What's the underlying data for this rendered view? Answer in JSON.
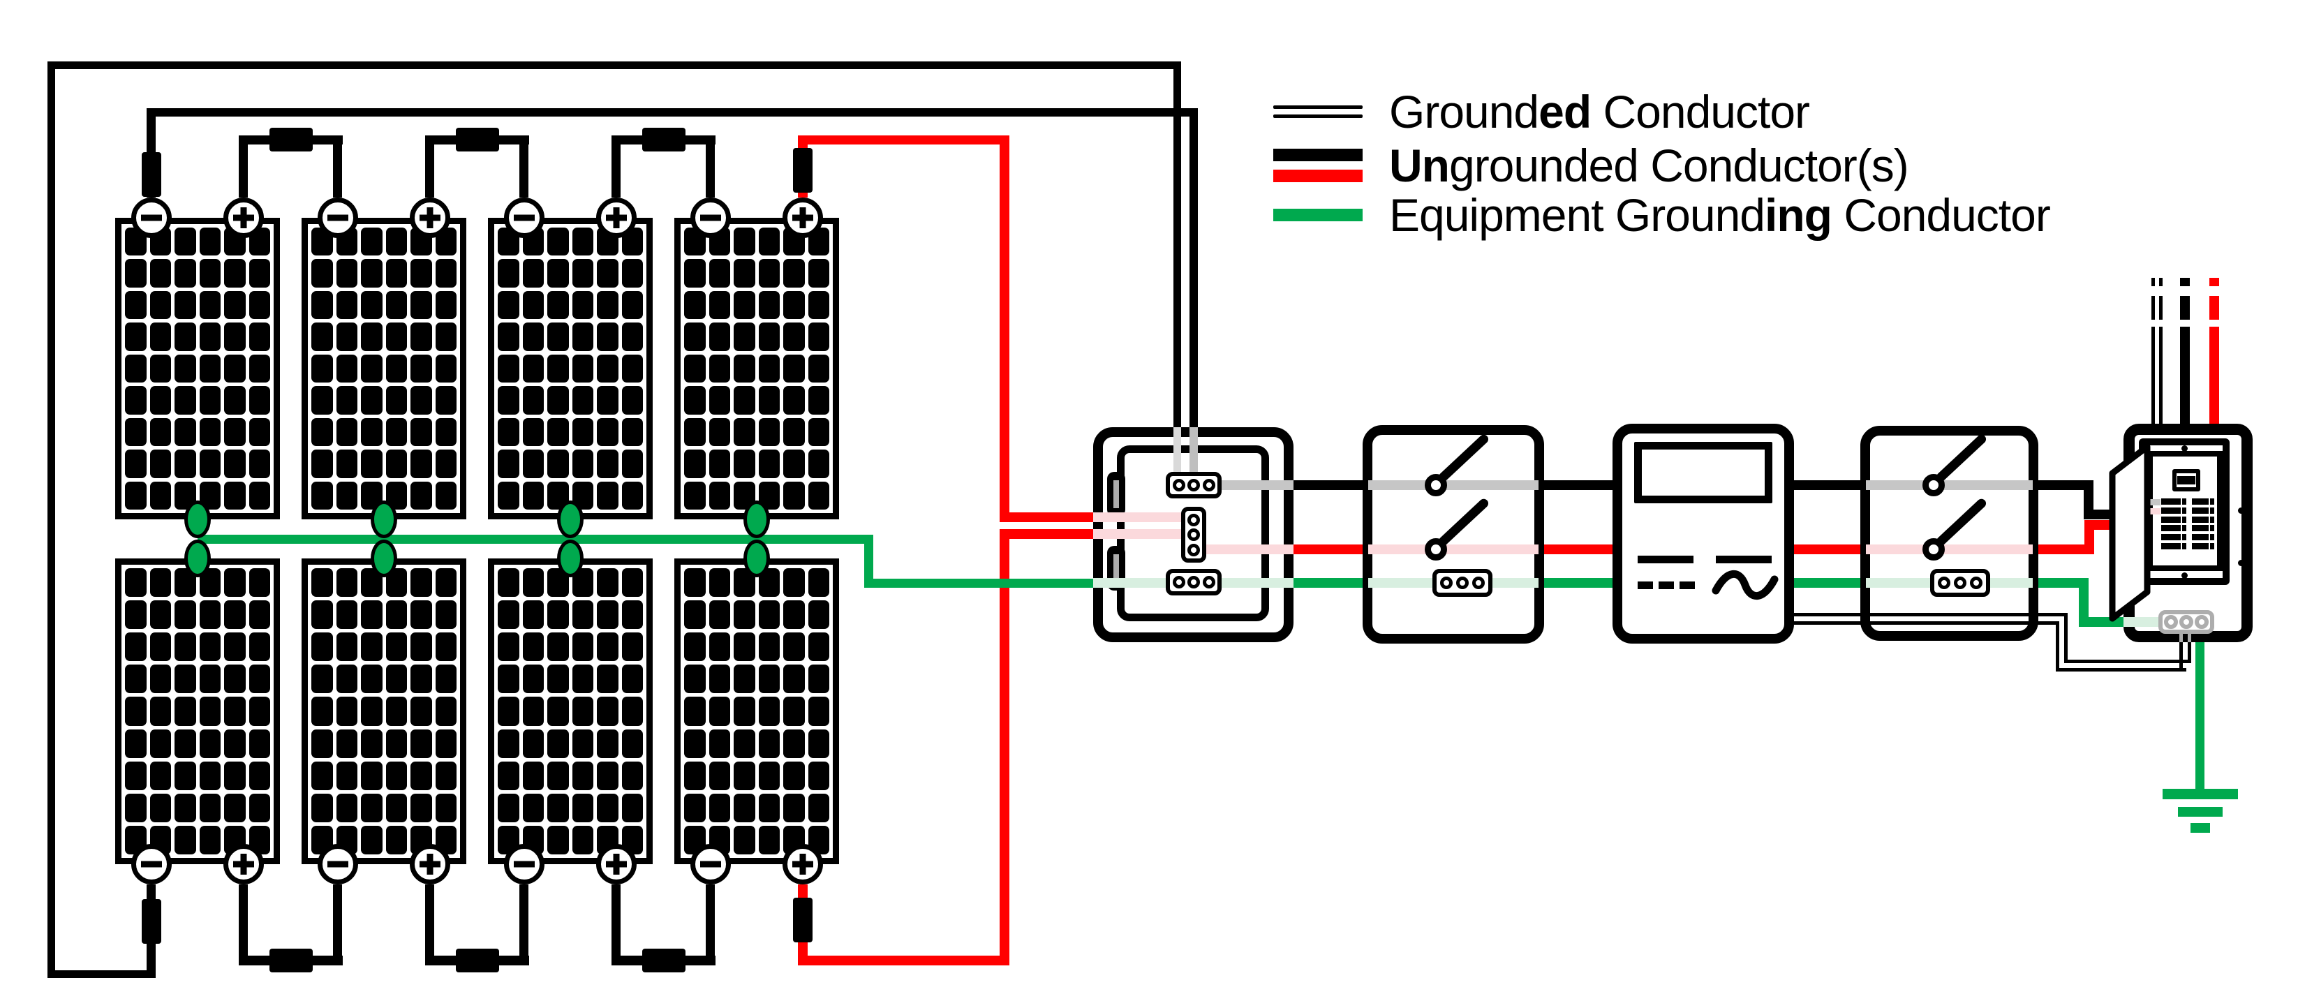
{
  "legend": {
    "items": [
      {
        "label_pre": "Ground",
        "label_bold": "ed",
        "label_post": " Conductor",
        "swatch": "double-thin-line"
      },
      {
        "label_pre": "",
        "label_bold": "Un",
        "label_post": "grounded Conductor(s)",
        "swatch": "black-and-red-bars"
      },
      {
        "label_pre": "Equipment Ground",
        "label_bold": "ing",
        "label_post": " Conductor",
        "swatch": "green-bar"
      }
    ]
  },
  "terminal_labels": {
    "positive": "+",
    "negative": "−"
  },
  "pv_array": {
    "strings": 2,
    "modules_per_string": 4,
    "module_cell_rows": 9,
    "module_cell_columns": 6
  },
  "components": [
    "pv-array",
    "pv-series-connectors",
    "combiner-junction-box",
    "dc-disconnect-switch",
    "inverter",
    "ac-disconnect-switch",
    "main-service-panel",
    "earth-ground"
  ],
  "colors": {
    "black": "#000000",
    "red": "#FF0000",
    "green": "#00A94E",
    "pale_red": "#FBD9DC",
    "pale_green": "#D8EFE0",
    "pale_gray": "#C6C6C6",
    "light_gray": "#D9D9D9",
    "mid_gray": "#BFBFBF",
    "steel_gray": "#ADADAD",
    "white": "#FFFFFF"
  }
}
